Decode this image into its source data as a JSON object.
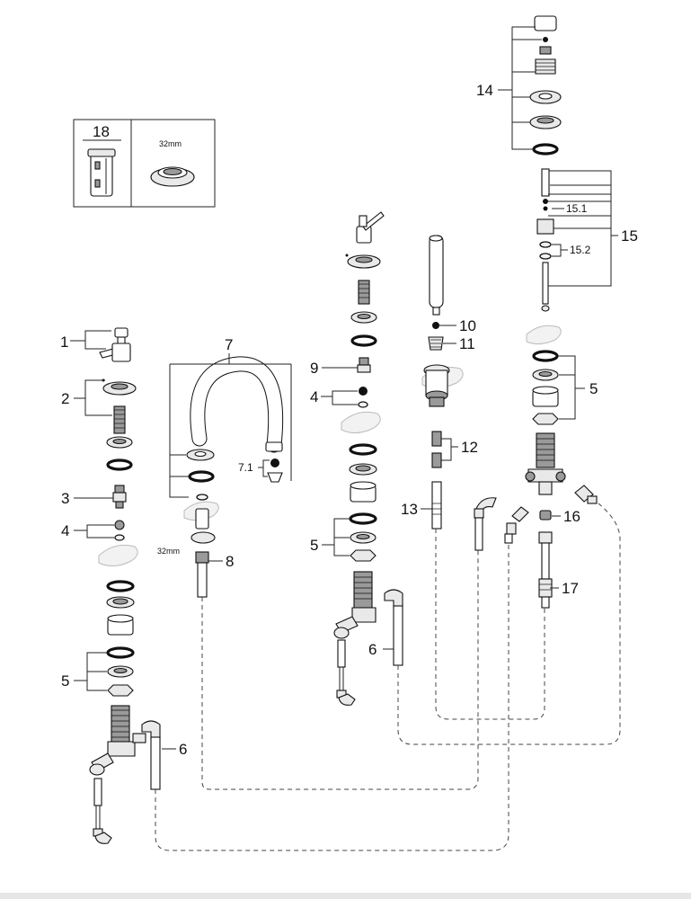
{
  "inset": {
    "number": "18",
    "size": "32mm"
  },
  "labels": {
    "l1": "1",
    "l2": "2",
    "l3": "3",
    "l4a": "4",
    "l4b": "4",
    "l5a": "5",
    "l5b": "5",
    "l5c": "5",
    "l6a": "6",
    "l6b": "6",
    "l7": "7",
    "l71": "7.1",
    "l8": "8",
    "size8": "32mm",
    "l9": "9",
    "l10": "10",
    "l11": "11",
    "l12": "12",
    "l13": "13",
    "l14": "14",
    "l15": "15",
    "l151": "15.1",
    "l152": "15.2",
    "l16": "16",
    "l17": "17"
  },
  "colors": {
    "line": "#222222",
    "part_fill": "#e9e9e9",
    "dark_fill": "#9a9a9a",
    "ghost": "#bbbbbb"
  }
}
